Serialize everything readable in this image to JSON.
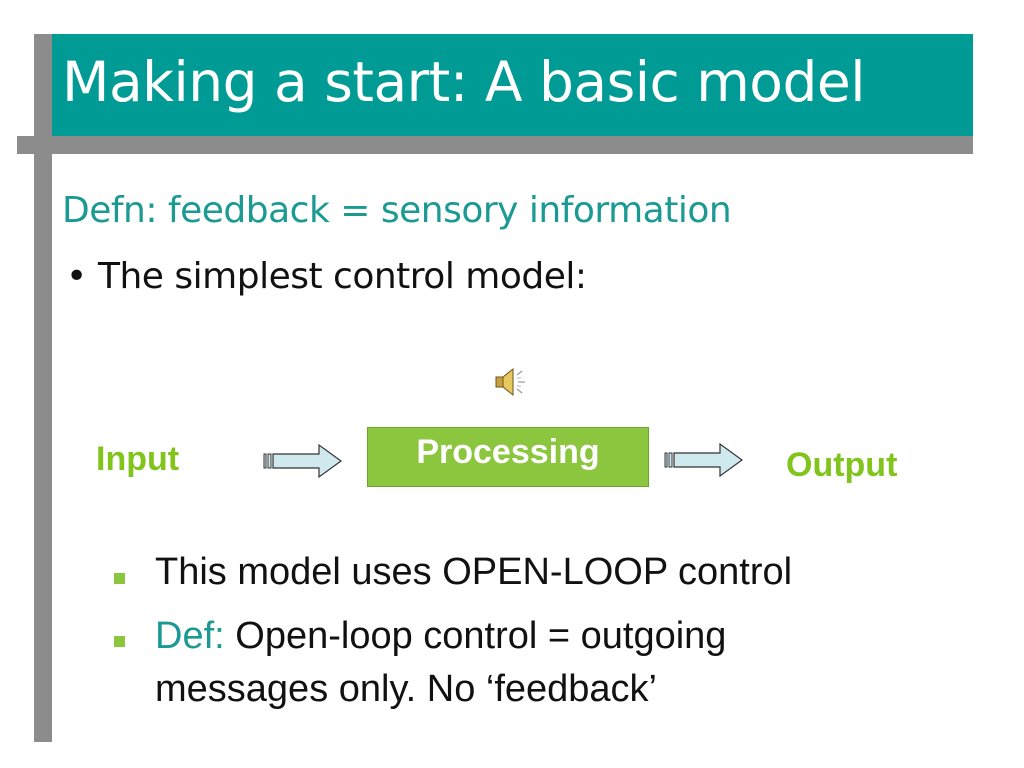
{
  "slide": {
    "title": "Making a start: A basic model",
    "subtitle": "Defn: feedback = sensory information",
    "bullet_marker": "•",
    "bullet": "The simplest control model:",
    "diagram": {
      "input_label": "Input",
      "processing_label": "Processing",
      "output_label": "Output"
    },
    "points": {
      "first": "This model uses OPEN-LOOP control",
      "def_word": "Def:",
      "second_rest": " Open-loop control = outgoing",
      "second_cont": "messages only. No ‘feedback’"
    },
    "colors": {
      "teal": "#009b94",
      "frame_gray": "#8c8c8c",
      "green": "#8cc63f",
      "label_green": "#80c41c",
      "arrow_fill": "#cfe9ef"
    },
    "icons": [
      "speaker-icon",
      "arrow-right-icon"
    ]
  }
}
